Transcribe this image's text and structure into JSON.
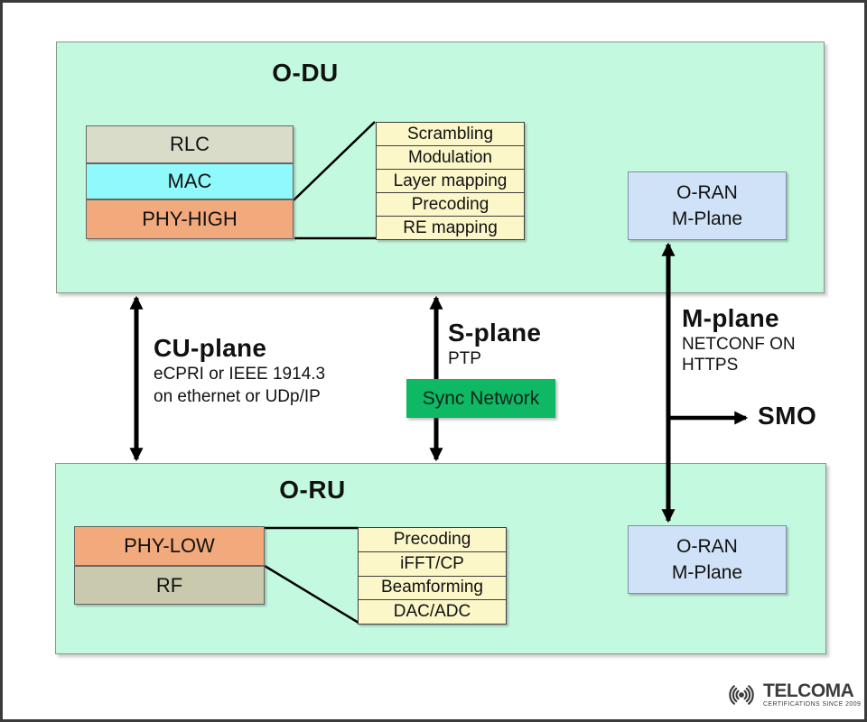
{
  "odu": {
    "title": "O-DU",
    "stack": [
      "RLC",
      "MAC",
      "PHY-HIGH"
    ],
    "functions": [
      "Scrambling",
      "Modulation",
      "Layer mapping",
      "Precoding",
      "RE mapping"
    ],
    "mplane": {
      "line1": "O-RAN",
      "line2": "M-Plane"
    }
  },
  "oru": {
    "title": "O-RU",
    "stack": [
      "PHY-LOW",
      "RF"
    ],
    "functions": [
      "Precoding",
      "iFFT/CP",
      "Beamforming",
      "DAC/ADC"
    ],
    "mplane": {
      "line1": "O-RAN",
      "line2": "M-Plane"
    }
  },
  "planes": {
    "cu": {
      "title": "CU-plane",
      "line1": "eCPRI or IEEE 1914.3",
      "line2": "on ethernet or UDp/IP"
    },
    "s": {
      "title": "S-plane",
      "line1": "PTP"
    },
    "m": {
      "title": "M-plane",
      "line1": "NETCONF ON",
      "line2": "HTTPS"
    }
  },
  "sync_network_label": "Sync Network",
  "smo_label": "SMO",
  "logo": {
    "name": "TELCOMA",
    "tagline": "CERTIFICATIONS SINCE 2009"
  },
  "colors": {
    "mint_panel": "#c3fadf",
    "cyan_mac": "#90f9fb",
    "salmon_phy": "#f2aa7c",
    "beige_rlc": "#dadcca",
    "olive_rf": "#c9c9ad",
    "cream_function": "#fbf7c9",
    "blue_mplane": "#d0e2f7",
    "green_sync": "#0eb864",
    "ink": "#111111"
  }
}
